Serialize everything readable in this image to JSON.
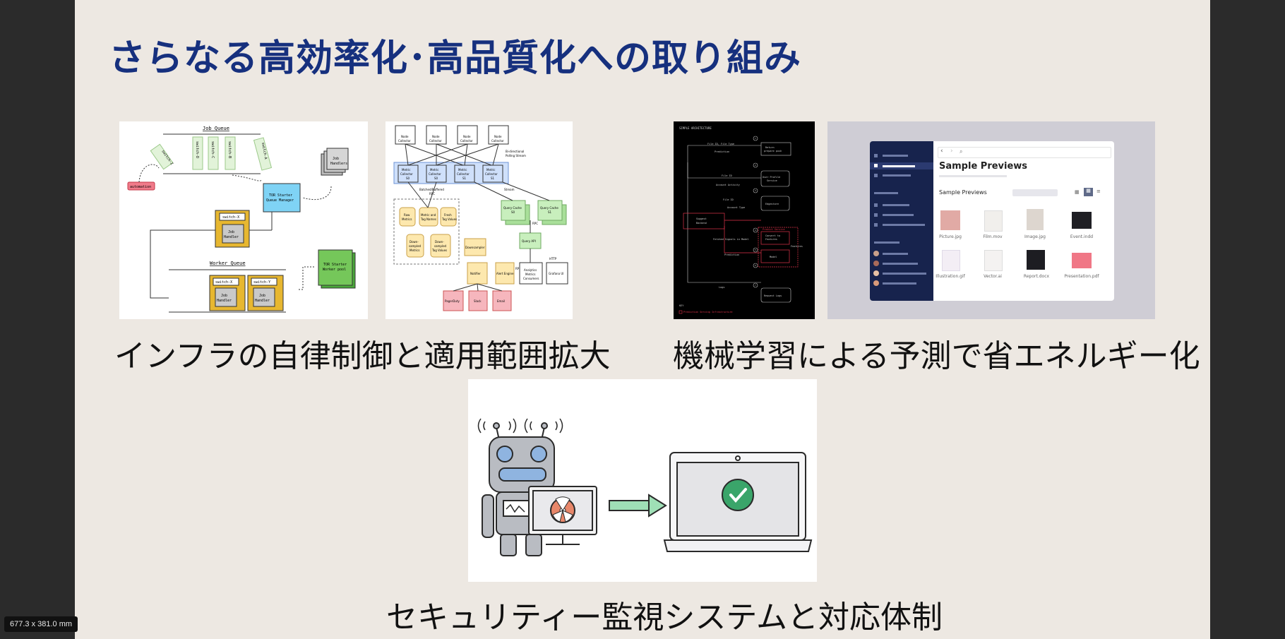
{
  "slide": {
    "title": "さらなる高効率化･高品質化への取り組み",
    "captions": {
      "infra": "インフラの自律制御と適用範囲拡大",
      "ml": "機械学習による予測で省エネルギー化",
      "security": "セキュリティー監視システムと対応体制"
    }
  },
  "diagram_job_queue": {
    "job_queue_label": "Job Queue",
    "worker_queue_label": "Worker Queue",
    "queue_items": [
      "switch-Z",
      "switch-D",
      "switch-C",
      "switch-B",
      "switch-A"
    ],
    "automation": "automation",
    "manager": [
      "TOR Starter",
      "Queue Manager"
    ],
    "job_handlers": [
      "Job",
      "Handlers"
    ],
    "active_switch": "switch-X",
    "job_handler": [
      "Job",
      "Handler"
    ],
    "worker_pool": [
      "TOR Starter",
      "Worker pool"
    ],
    "worker_switches": [
      "switch-X",
      "switch-Y"
    ]
  },
  "diagram_metrics": {
    "node_collector": [
      "Node",
      "Collector"
    ],
    "metric_collectors": [
      [
        "Metric",
        "Collector",
        "S0"
      ],
      [
        "Metric",
        "Collector",
        "S0"
      ],
      [
        "Metric",
        "Collector",
        "S1"
      ],
      [
        "Metric",
        "Collector",
        "S1"
      ]
    ],
    "bidirectional": [
      "Bi-directional",
      "Polling Stream"
    ],
    "batched": [
      "Batched/Buffered",
      "RPC"
    ],
    "stores": [
      [
        "Raw",
        "Metrics"
      ],
      [
        "Metric and",
        "Tag Names"
      ],
      [
        "Fresh",
        "Tag Values"
      ],
      [
        "Down-",
        "sampled",
        "Metrics"
      ],
      [
        "Down-",
        "sampled",
        "Tag Values"
      ]
    ],
    "stream_label": "Stream",
    "query_caches": [
      [
        "Query Cache",
        "S0"
      ],
      [
        "Query Cache",
        "S1"
      ]
    ],
    "rpc": "RPC",
    "downsampler": "Downsampler",
    "query_api": "Query API",
    "http": "HTTP",
    "services": [
      "Notifier",
      "Alert Engine",
      [
        "Analytics",
        "Metrics",
        "Consumers"
      ],
      "Grafana UI"
    ],
    "notify": [
      "PagerDuty",
      "Slack",
      "Email"
    ]
  },
  "diagram_ml": {
    "header": "SIMPLE ARCHITECTURE",
    "edge_labels": [
      "File ID, File Type",
      "Prediction",
      "File ID",
      "Account Activity",
      "File ID",
      "Account Type",
      "Fetched Signals in Model",
      "Prediction",
      "Logs"
    ],
    "nodes": [
      [
        "Return",
        "prepare push"
      ],
      [
        "User Profile",
        "Service"
      ],
      [
        "Edgestore"
      ],
      [
        "Convert to",
        "Features"
      ],
      [
        "Model"
      ],
      [
        "Request Logs"
      ]
    ],
    "suggest": [
      "Suggest",
      "Backend"
    ],
    "predict_service": "Predict Service",
    "features": "Features",
    "legend_label": "KEY",
    "legend_item": "Prediction Serving Infrastructure",
    "step_numbers": [
      "1",
      "2",
      "3",
      "4",
      "5",
      "6",
      "7"
    ]
  },
  "sample_previews_ui": {
    "heading": "Sample Previews",
    "subheading": "Sample Previews",
    "files": [
      "Picture.jpg",
      "Film.mov",
      "Image.jpg",
      "Event.indd",
      "Illustration.gif",
      "Vector.ai",
      "Report.docx",
      "Presentation.pdf"
    ],
    "view_icons": [
      "grid-small-icon",
      "grid-large-icon",
      "list-icon"
    ]
  },
  "status_bar": {
    "dimensions": "677.3 x 381.0 mm"
  },
  "colors": {
    "slide_bg": "#ede8e2",
    "title": "#16307e",
    "frame": "#2b2b2b",
    "sidebar_navy": "#17234d",
    "robot_green": "#3aa56a",
    "warn_orange": "#e8876a"
  }
}
